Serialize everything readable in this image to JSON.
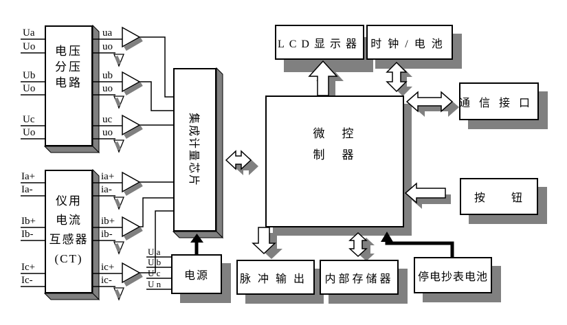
{
  "diagram_title": "",
  "blocks": {
    "voltage_divider": {
      "lines": [
        "电压",
        "分压",
        "电路"
      ]
    },
    "current_transformer": {
      "lines": [
        "仪用",
        "电流",
        "互感器",
        "(CT)"
      ]
    },
    "metering_chip": {
      "label": "集成计量芯片"
    },
    "power_supply": {
      "label": "电源"
    },
    "microcontroller": {
      "lines": [
        "微　控",
        "制　器"
      ]
    },
    "lcd_display": {
      "label": "LCD显示器"
    },
    "clock_battery": {
      "label": "时钟/电池"
    },
    "comm_interface": {
      "label": "通信接口"
    },
    "button": {
      "label": "按　　钮"
    },
    "pulse_output": {
      "label": "脉冲输出"
    },
    "internal_memory": {
      "label": "内部存储器"
    },
    "outage_meter_battery": {
      "label": "停电抄表电池"
    }
  },
  "signals": {
    "voltage_in": [
      "Ua",
      "Uo",
      "Ub",
      "Uo",
      "Uc",
      "Uo"
    ],
    "voltage_out": [
      "ua",
      "uo",
      "ub",
      "uo",
      "uc",
      "uo"
    ],
    "current_in": [
      "Ia+",
      "Ia-",
      "Ib+",
      "Ib-",
      "Ic+",
      "Ic-"
    ],
    "current_out": [
      "ia+",
      "ia-",
      "ib+",
      "ib-",
      "ic+",
      "ic-"
    ],
    "power_in": [
      "U a",
      "U b",
      "U c",
      "U n"
    ]
  },
  "colors": {
    "background": "#ffffff",
    "box_fill": "#ffffff",
    "box_border": "#000000",
    "line": "#000000",
    "shadow": "#808080"
  }
}
